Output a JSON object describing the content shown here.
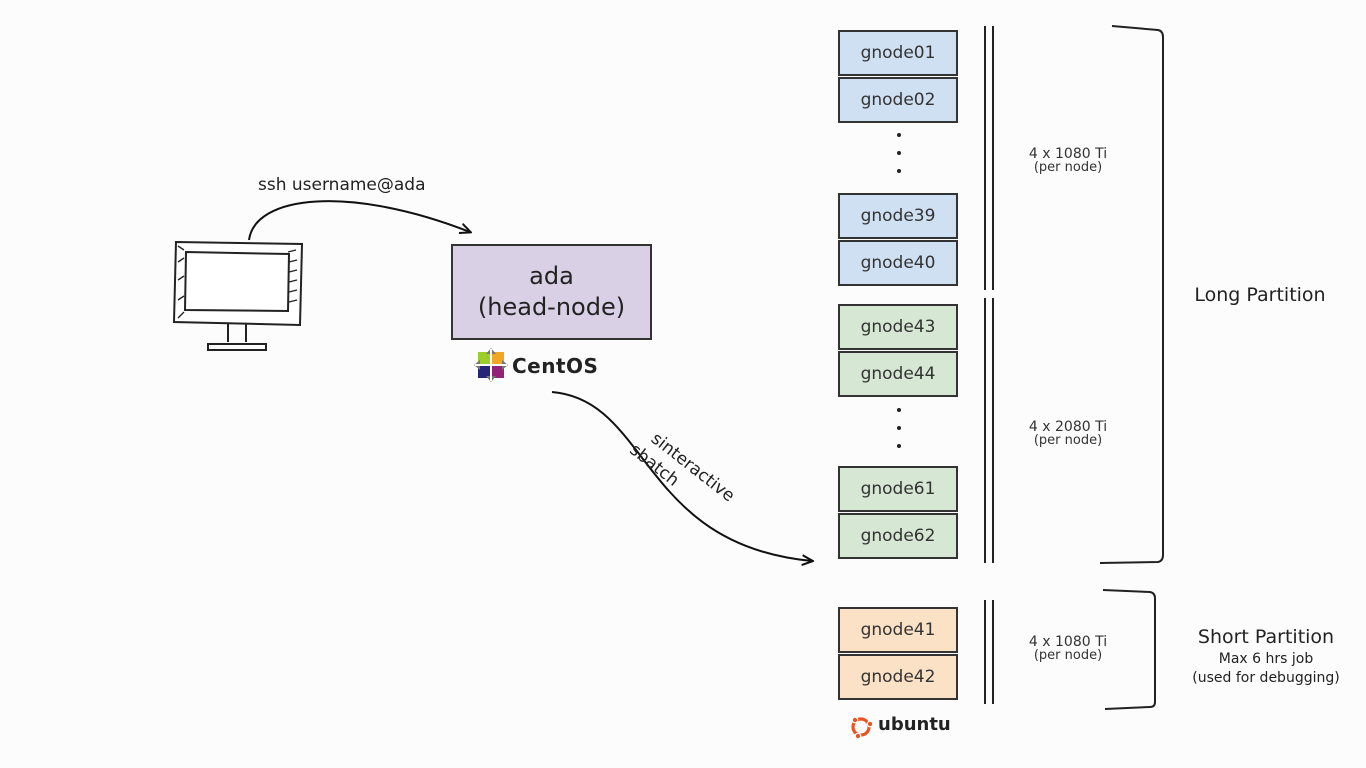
{
  "ssh_label": "ssh username@ada",
  "head_node": {
    "line1": "ada",
    "line2": "(head-node)"
  },
  "centos_logo_text": "CentOS",
  "submit_labels": {
    "line1": "sinteractive",
    "line2": "sbatch"
  },
  "long_partition": {
    "label": "Long Partition",
    "groups": [
      {
        "nodes": [
          "gnode01",
          "gnode02",
          "gnode39",
          "gnode40"
        ],
        "gpu": "4 x 1080 Ti",
        "per": "(per node)"
      },
      {
        "nodes": [
          "gnode43",
          "gnode44",
          "gnode61",
          "gnode62"
        ],
        "gpu": "4 x 2080 Ti",
        "per": "(per node)"
      }
    ]
  },
  "short_partition": {
    "label": "Short Partition",
    "note1": "Max 6 hrs job",
    "note2": "(used for debugging)",
    "nodes": [
      "gnode41",
      "gnode42"
    ],
    "gpu": "4 x 1080 Ti",
    "per": "(per node)"
  },
  "ubuntu_logo_text": "ubuntu",
  "colors": {
    "long_1080": "#cfe0f2",
    "long_2080": "#d6e7d3",
    "short": "#fbe1c6",
    "head": "#d9d0e5"
  }
}
